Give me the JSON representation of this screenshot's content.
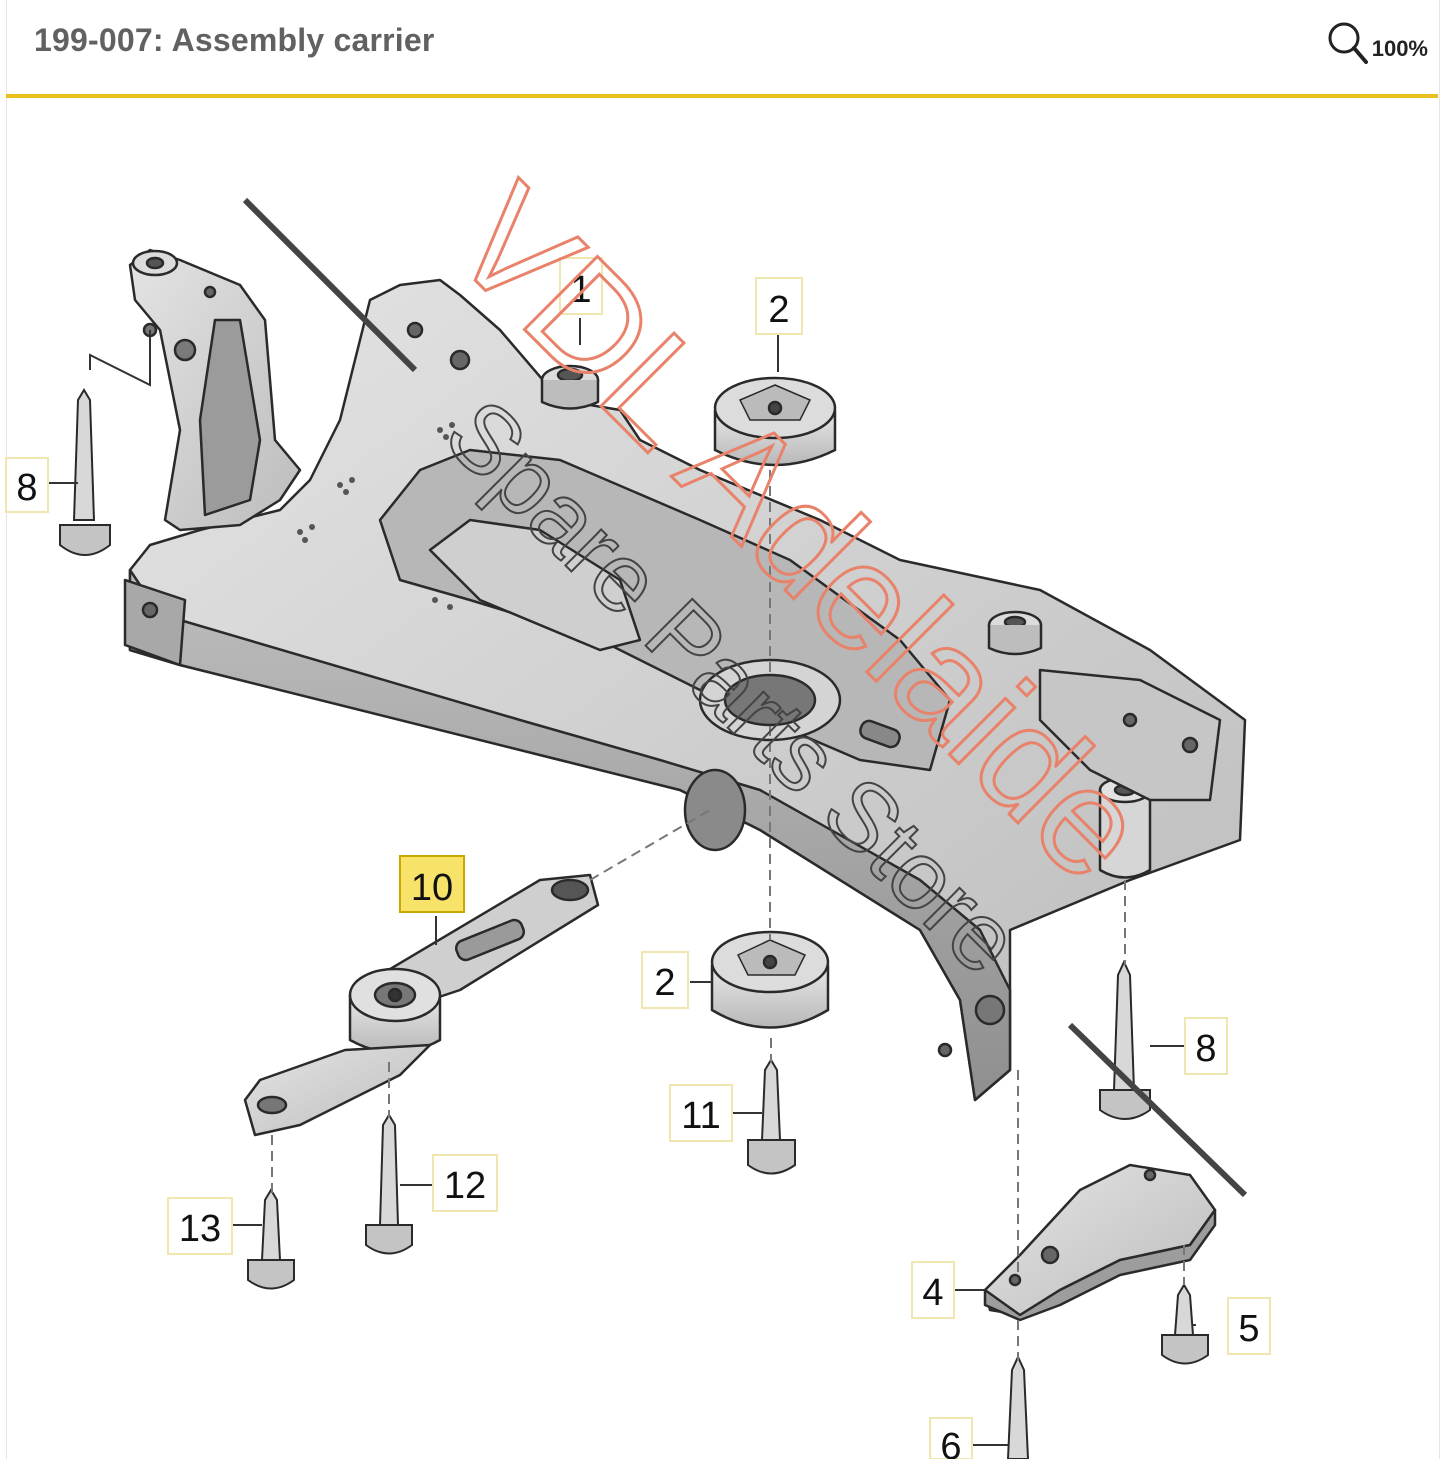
{
  "header": {
    "title": "199-007: Assembly carrier",
    "zoom_label": "100%",
    "accent_color": "#e8c020"
  },
  "watermark": {
    "line1": "VDL Adelaide",
    "line2": "Spare Parts Store",
    "line1_color": "#e8826a",
    "line2_color": "#444444"
  },
  "callouts": {
    "c1": "1",
    "c2a": "2",
    "c2b": "2",
    "c4": "4",
    "c5": "5",
    "c6": "6",
    "c8a": "8",
    "c8b": "8",
    "c10": "10",
    "c11": "11",
    "c12": "12",
    "c13": "13"
  },
  "highlighted_callout": "10"
}
